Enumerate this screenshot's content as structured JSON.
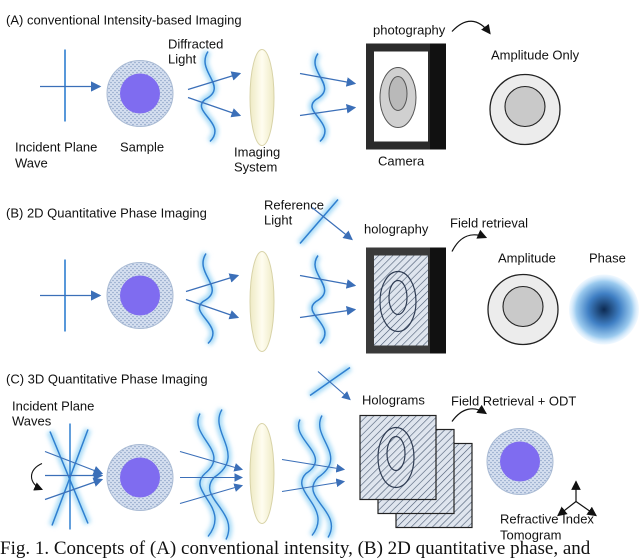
{
  "panels": {
    "a": {
      "title": "(A) conventional Intensity-based Imaging",
      "diffracted_light": [
        "Diffracted",
        "Light"
      ],
      "incident": [
        "Incident Plane",
        "Wave"
      ],
      "sample": "Sample",
      "imaging_system": [
        "Imaging",
        "System"
      ],
      "photography": "photography",
      "camera": "Camera",
      "amplitude_only": "Amplitude Only"
    },
    "b": {
      "title": "(B) 2D Quantitative Phase Imaging",
      "reference_light": [
        "Reference",
        "Light"
      ],
      "holography": "holography",
      "field_retrieval": "Field retrieval",
      "amplitude": "Amplitude",
      "phase": "Phase"
    },
    "c": {
      "title": "(C) 3D Quantitative Phase Imaging",
      "incident": [
        "Incident Plane",
        "Waves"
      ],
      "holograms": "Holograms",
      "field_retrieval_odt": "Field Retrieval + ODT",
      "tomogram": [
        "Refractive Index",
        "Tomogram"
      ]
    }
  },
  "caption": "Fig. 1. Concepts of (A) conventional intensity, (B) 2D quantitative phase, and",
  "colors": {
    "light": "#2f7fd0",
    "glow": "#a9dcf7",
    "sample_core": "#7f6cf0",
    "sample_halo": "#c9d7ee",
    "lens": "#fbf8df",
    "camera": "#262626"
  }
}
